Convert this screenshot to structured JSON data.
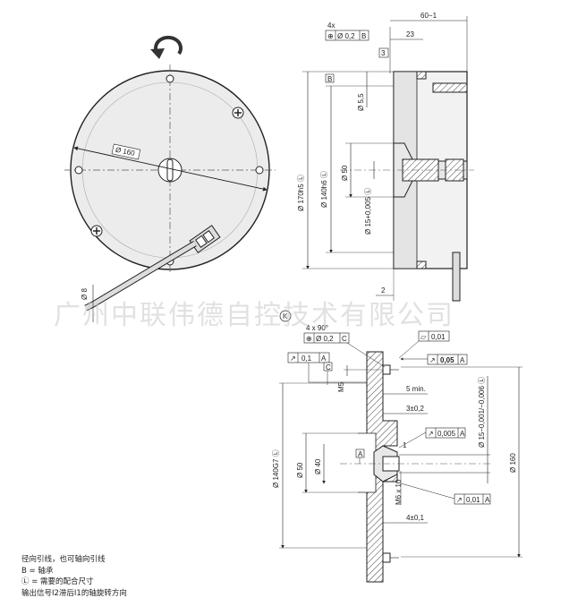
{
  "top_view": {
    "dia_160": "Ø 160",
    "dia_8": "Ø 8"
  },
  "side_view": {
    "pos_count": "4x",
    "pos_tol": "Ø 0,2",
    "pos_ref": "B",
    "len_60": "60−1",
    "len_23": "23",
    "len_3": "3",
    "ref_b": "B",
    "dim_55": "Ø 5,5",
    "dim_170": "Ø 170h5 Ⓛ",
    "dim_140": "Ø 140h6 Ⓛ",
    "dim_50": "Ø 50",
    "dim_15": "Ø 15+0,005 Ⓛ",
    "len_2": "2"
  },
  "detail_marker": "K",
  "detail_view": {
    "chamfer": "4 x 90°",
    "pos_tol": "Ø 0,2",
    "pos_ref": "C",
    "flat_tol": "0,01",
    "runout_a1": "0,1",
    "ref_a1": "A",
    "runout_005": "0,05",
    "ref_a2": "A",
    "ref_c": "C",
    "m5": "M5",
    "five_min": "5 min.",
    "three": "3±0,2",
    "dia_15": "Ø 15−0,001/−0,006 Ⓛ",
    "runout_0005": "0,005",
    "ref_a3": "A",
    "one": "1",
    "dia_140": "Ø 140G7 Ⓛ",
    "dia_50": "Ø 50",
    "dia_40": "Ø 40",
    "ref_a4": "A",
    "m6": "M6 x 10",
    "dia_160": "Ø 160",
    "runout_001": "0,01",
    "ref_a5": "A",
    "four": "4±0,1"
  },
  "watermark": "广州中联伟德自控技术有限公司",
  "legend": {
    "line1": "径向引线，也可轴向引线",
    "line2": "B = 轴承",
    "line3": "Ⓛ = 需要的配合尺寸",
    "line4": "输出信号I2滞后I1的轴旋转方向"
  }
}
